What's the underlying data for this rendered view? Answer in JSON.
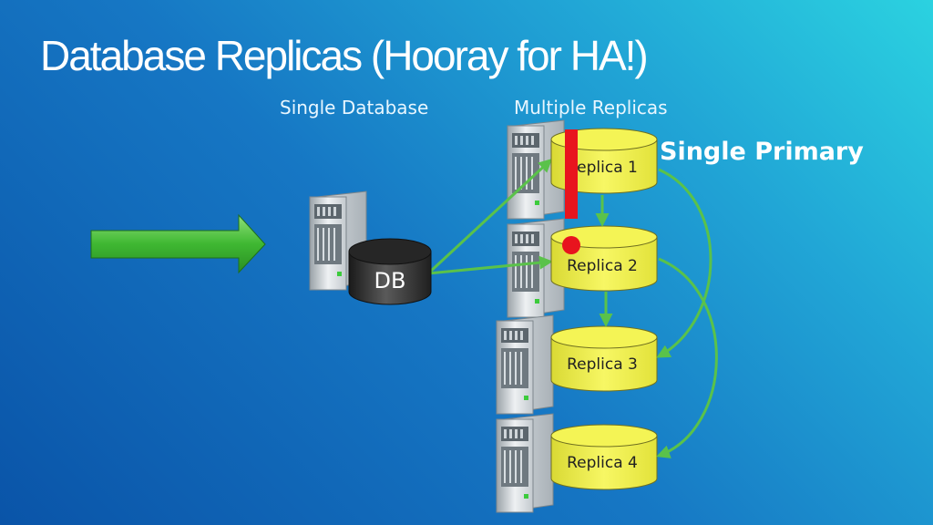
{
  "title": "Database Replicas (Hooray for HA!)",
  "headers": {
    "single": "Single Database",
    "multiple": "Multiple Replicas"
  },
  "callout": "Single Primary",
  "db_label": "DB",
  "replicas": [
    {
      "label": "Replica 1"
    },
    {
      "label": "Replica 2"
    },
    {
      "label": "Replica 3"
    },
    {
      "label": "Replica 4"
    }
  ],
  "colors": {
    "background_start": "#0a54a8",
    "background_end": "#2bd2e0",
    "arrow_green": "#5ac24a",
    "cylinder_yellow": "#f2f24a",
    "db_cylinder": "#2e2e2e",
    "alert_red": "#e8141e"
  },
  "icons": [
    "server-tower-icon",
    "database-cylinder-icon",
    "exclamation-mark-icon",
    "green-arrow-icon"
  ]
}
